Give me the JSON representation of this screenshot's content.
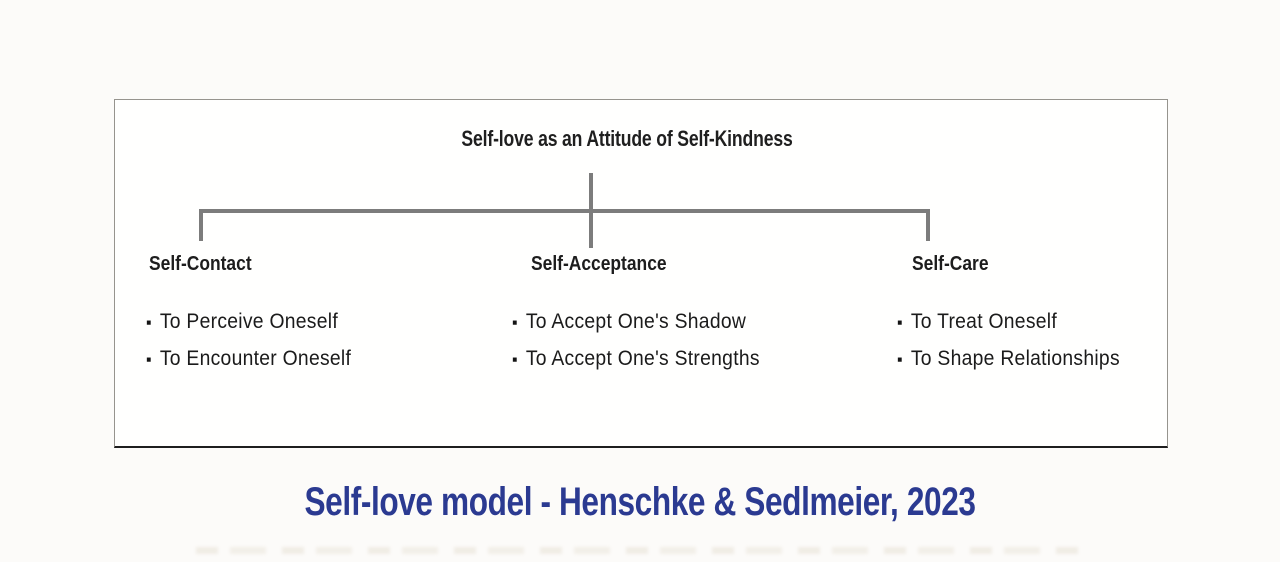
{
  "diagram": {
    "title": "Self-love as an Attitude of Self-Kindness",
    "bullet_char": "▪",
    "columns": [
      {
        "title": "Self-Contact",
        "items": [
          "To Perceive Oneself",
          "To Encounter Oneself"
        ]
      },
      {
        "title": "Self-Acceptance",
        "items": [
          "To Accept One's Shadow",
          "To Accept One's Strengths"
        ]
      },
      {
        "title": "Self-Care",
        "items": [
          "To Treat Oneself",
          "To Shape Relationships"
        ]
      }
    ]
  },
  "caption": {
    "text": "Self-love model - Henschke & Sedlmeier, 2023"
  },
  "colors": {
    "accent_blue": "#2b3a91",
    "connector_gray": "#7c7c7c",
    "frame_border": "#96948e",
    "text_black": "#1d1d1d"
  }
}
